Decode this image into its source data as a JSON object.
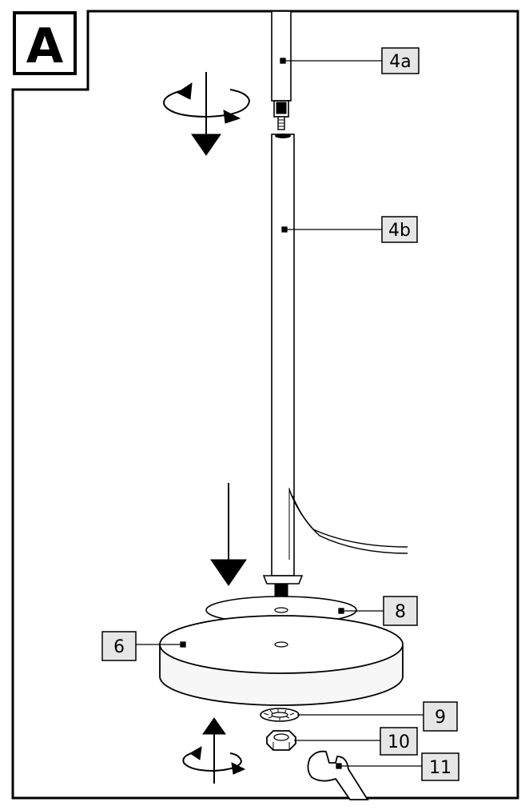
{
  "panel": {
    "letter": "A"
  },
  "callouts": {
    "c4a": "4a",
    "c4b": "4b",
    "c6": "6",
    "c8": "8",
    "c9": "9",
    "c10": "10",
    "c11": "11"
  },
  "colors": {
    "ink": "#000000",
    "paper": "#ffffff",
    "label_bg": "#e6e6e6",
    "base_fill": "#f7f7f7"
  },
  "icons": [
    "rotate-arrow-icon",
    "down-arrow-icon",
    "up-arrow-icon"
  ]
}
